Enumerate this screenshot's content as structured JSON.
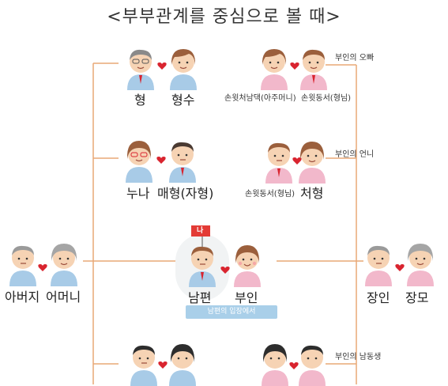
{
  "title": "<부부관계를 중심으로 볼 때>",
  "colors": {
    "line": "#e9a877",
    "male_shirt": "#a8cbe7",
    "female_shirt": "#f2b8cb",
    "heart": "#d9242f",
    "flag": "#e33b36",
    "badge": "#a9cfe9"
  },
  "left_tree": {
    "brother": "형",
    "brother_wife": "형수",
    "sister": "누나",
    "sister_husband": "매형(자형)",
    "father": "아버지",
    "mother": "어머니"
  },
  "center": {
    "flag": "나",
    "husband": "남편",
    "wife": "부인",
    "badge": "남편의 입장에서"
  },
  "right_tree": {
    "note1": "부인의 오빠",
    "wife_bro_wife": "손윗처남댁(아주머니)",
    "wife_bro": "손윗동서(형님)",
    "note2": "부인의 언니",
    "wife_sis_husband": "손윗동서(형님)",
    "wife_sis": "처형",
    "note3": "부인의 남동생",
    "father_in_law": "장인",
    "mother_in_law": "장모"
  }
}
